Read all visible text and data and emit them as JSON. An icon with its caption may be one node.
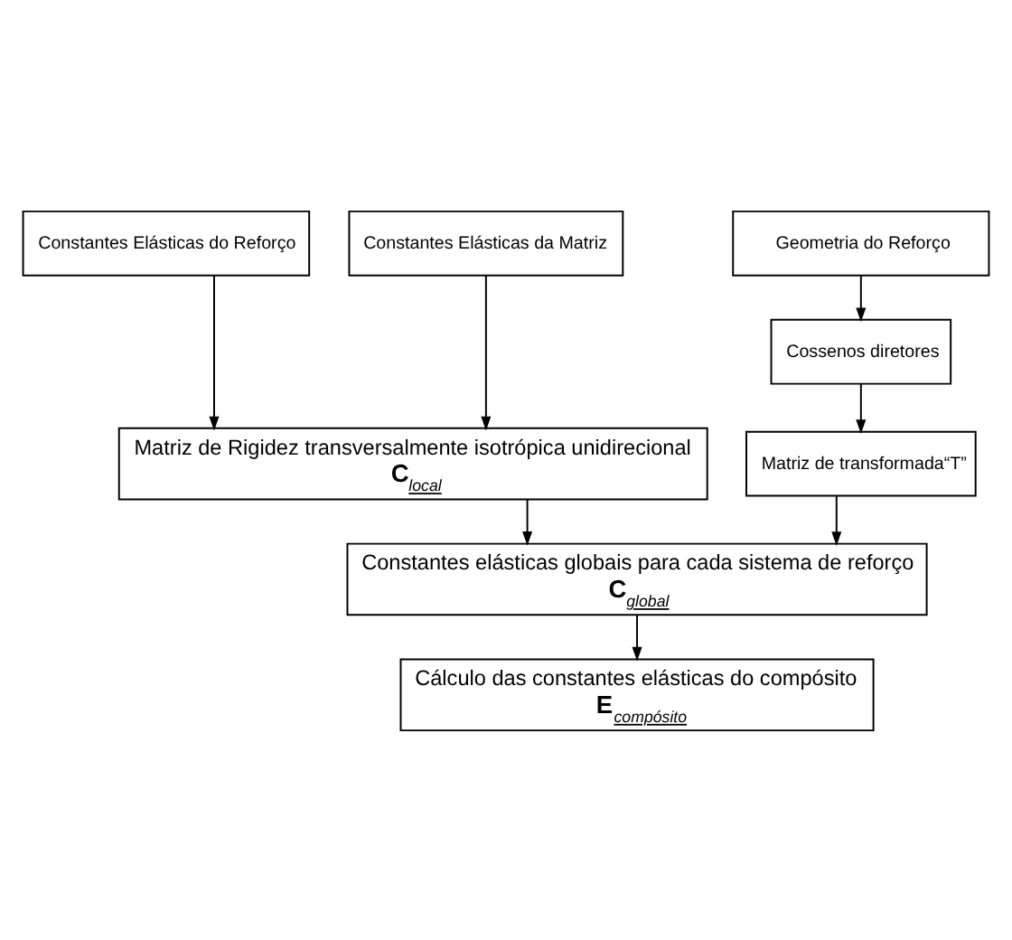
{
  "diagram": {
    "nodes": [
      {
        "text": [
          "Constantes Elásticas do Reforço"
        ]
      },
      {
        "text": [
          "Constantes Elásticas da Matriz"
        ]
      },
      {
        "text": [
          "Matriz de Rigidez transversalmente isotrópica unidirecional",
          "**C**$_{local}$"
        ]
      },
      {
        "text": [
          "Geometria do Reforço"
        ]
      },
      {
        "text": [
          "Cossenos diretores"
        ]
      },
      {
        "text": [
          "Matriz de transformada“T”"
        ]
      },
      {
        "text": [
          "Constantes elásticas globais para cada sistema de reforço",
          "**C**$_{global}$"
        ]
      },
      {
        "text": [
          "Cálculo das constantes elásticas do compósito",
          "**E**$_{compósito}$"
        ]
      }
    ],
    "edges": [
      {
        "from": 0,
        "to": 2,
        "arrow": "to"
      },
      {
        "from": 1,
        "to": 2,
        "arrow": "to"
      },
      {
        "from": 3,
        "to": 4,
        "arrow": "to"
      },
      {
        "from": 4,
        "to": 5,
        "arrow": "to"
      },
      {
        "from": 2,
        "to": 6,
        "arrow": "to"
      },
      {
        "from": 5,
        "to": 6,
        "arrow": "to"
      },
      {
        "from": 6,
        "to": 7,
        "arrow": "to"
      }
    ]
  }
}
